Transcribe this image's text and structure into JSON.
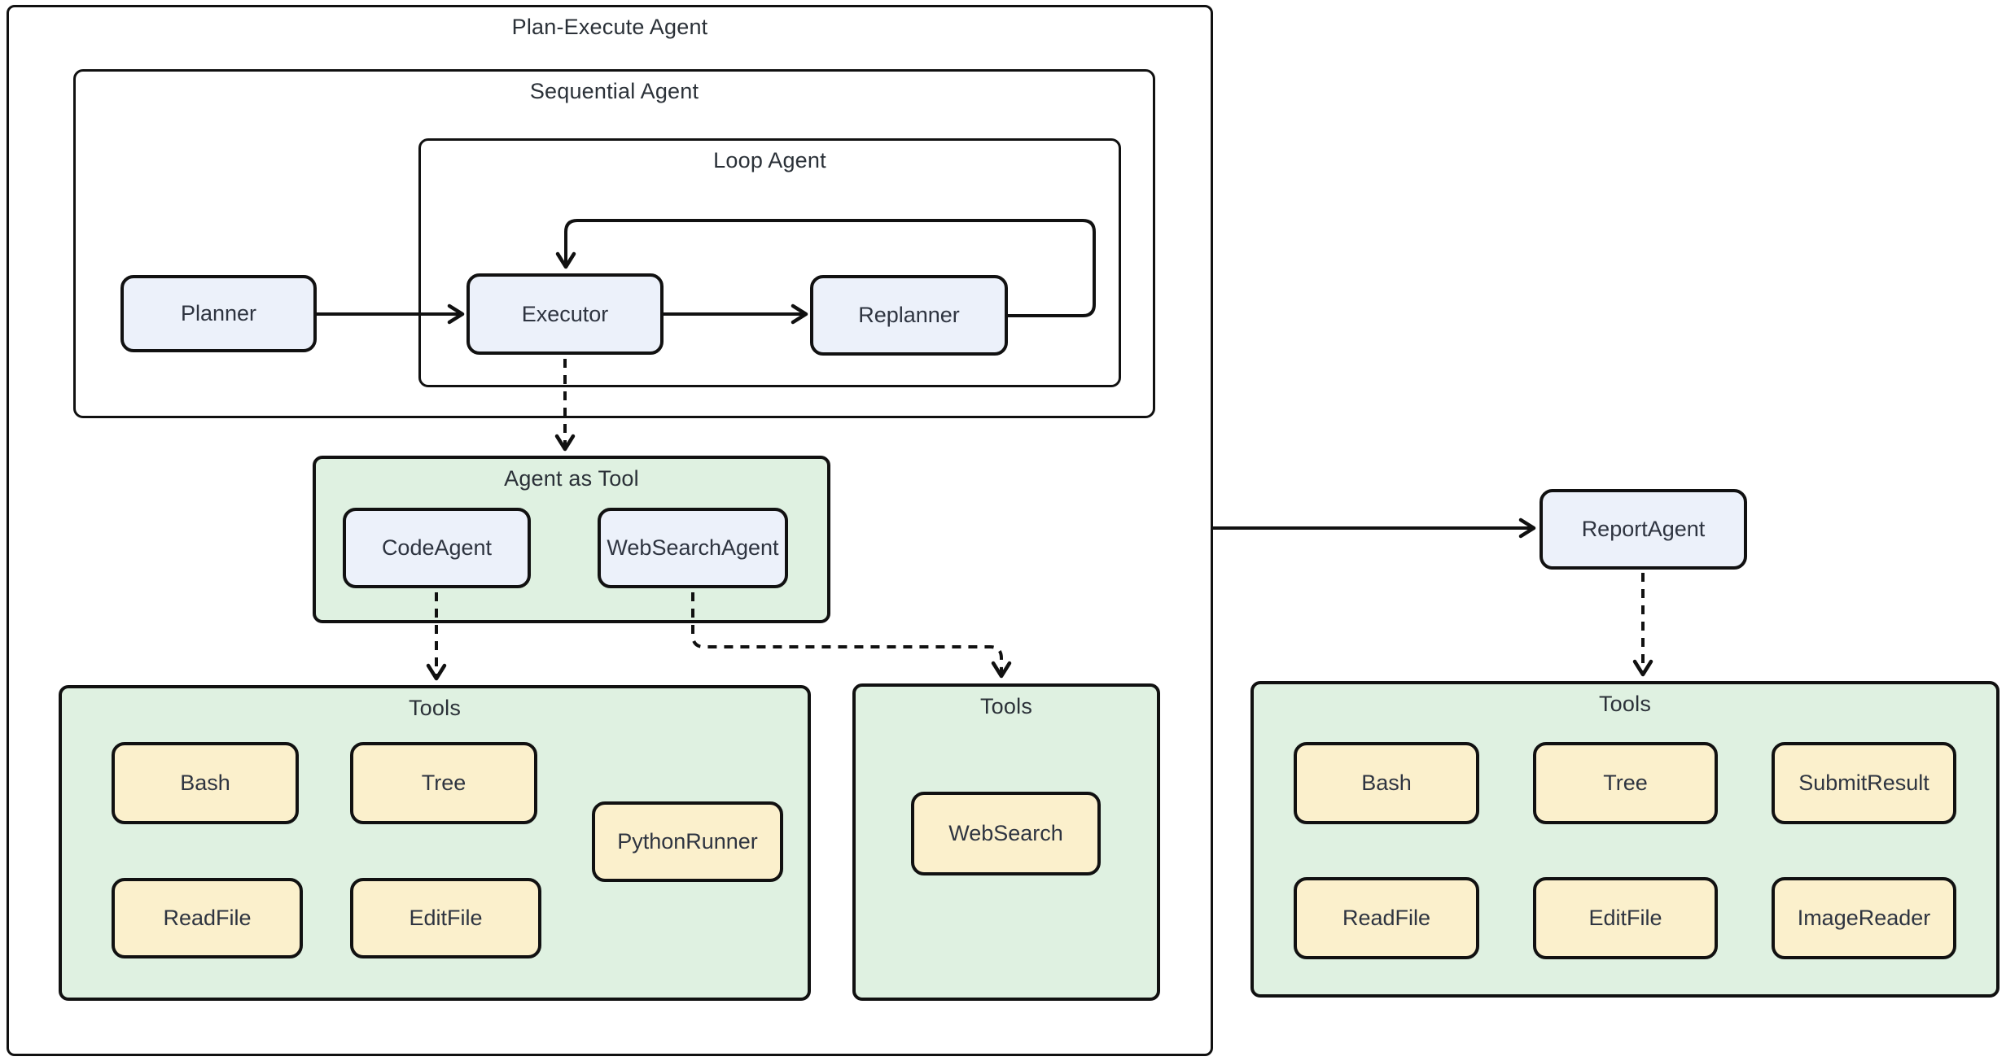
{
  "groups": {
    "plan_execute": {
      "label": "Plan-Execute Agent"
    },
    "sequential": {
      "label": "Sequential Agent"
    },
    "loop": {
      "label": "Loop Agent"
    },
    "agent_as_tool": {
      "label": "Agent as Tool"
    },
    "tools_left": {
      "label": "Tools"
    },
    "tools_middle": {
      "label": "Tools"
    },
    "tools_right": {
      "label": "Tools"
    }
  },
  "nodes": {
    "planner": {
      "label": "Planner",
      "type": "agent"
    },
    "executor": {
      "label": "Executor",
      "type": "agent"
    },
    "replanner": {
      "label": "Replanner",
      "type": "agent"
    },
    "code_agent": {
      "label": "CodeAgent",
      "type": "agent"
    },
    "web_search_agent": {
      "label": "WebSearchAgent",
      "type": "agent"
    },
    "report_agent": {
      "label": "ReportAgent",
      "type": "agent"
    },
    "bash_left": {
      "label": "Bash",
      "type": "tool"
    },
    "tree_left": {
      "label": "Tree",
      "type": "tool"
    },
    "python_runner": {
      "label": "PythonRunner",
      "type": "tool"
    },
    "read_file_left": {
      "label": "ReadFile",
      "type": "tool"
    },
    "edit_file_left": {
      "label": "EditFile",
      "type": "tool"
    },
    "web_search": {
      "label": "WebSearch",
      "type": "tool"
    },
    "bash_right": {
      "label": "Bash",
      "type": "tool"
    },
    "tree_right": {
      "label": "Tree",
      "type": "tool"
    },
    "submit_result": {
      "label": "SubmitResult",
      "type": "tool"
    },
    "read_file_right": {
      "label": "ReadFile",
      "type": "tool"
    },
    "edit_file_right": {
      "label": "EditFile",
      "type": "tool"
    },
    "image_reader": {
      "label": "ImageReader",
      "type": "tool"
    }
  },
  "edges": [
    {
      "from": "Planner",
      "to": "Executor",
      "style": "solid"
    },
    {
      "from": "Executor",
      "to": "Replanner",
      "style": "solid"
    },
    {
      "from": "Replanner",
      "to": "Executor",
      "style": "solid"
    },
    {
      "from": "Executor",
      "to": "Agent as Tool",
      "style": "dashed"
    },
    {
      "from": "CodeAgent",
      "to": "Tools (left)",
      "style": "dashed"
    },
    {
      "from": "WebSearchAgent",
      "to": "Tools (middle)",
      "style": "dashed"
    },
    {
      "from": "Plan-Execute Agent",
      "to": "ReportAgent",
      "style": "solid"
    },
    {
      "from": "ReportAgent",
      "to": "Tools (right)",
      "style": "dashed"
    }
  ],
  "colors": {
    "background": "#FFFFFF",
    "agent_node_fill": "#ECF1FA",
    "tool_node_fill": "#FBF0CC",
    "group_fill": "#DFF1E1",
    "border": "#111111",
    "text": "#2E343C"
  }
}
